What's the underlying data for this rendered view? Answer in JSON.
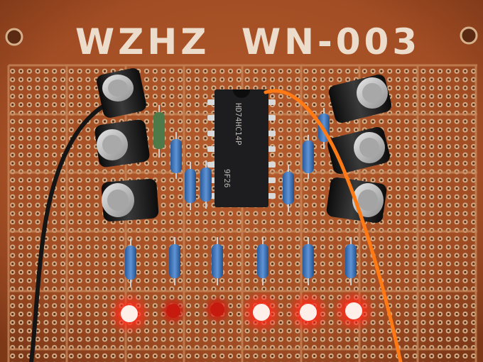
{
  "board": {
    "brand_label": "WZHZ",
    "model_label": "WN-003"
  },
  "chip": {
    "part_number": "HD74HC14P",
    "date_code": "9F26"
  },
  "leds": [
    {
      "lit": true
    },
    {
      "lit": false
    },
    {
      "lit": false
    },
    {
      "lit": true
    },
    {
      "lit": true
    },
    {
      "lit": true
    }
  ],
  "colors": {
    "pcb": "#a8552a",
    "led_glow": "#ff2b1a",
    "wire_orange": "#ff7a14",
    "wire_black": "#151515"
  }
}
